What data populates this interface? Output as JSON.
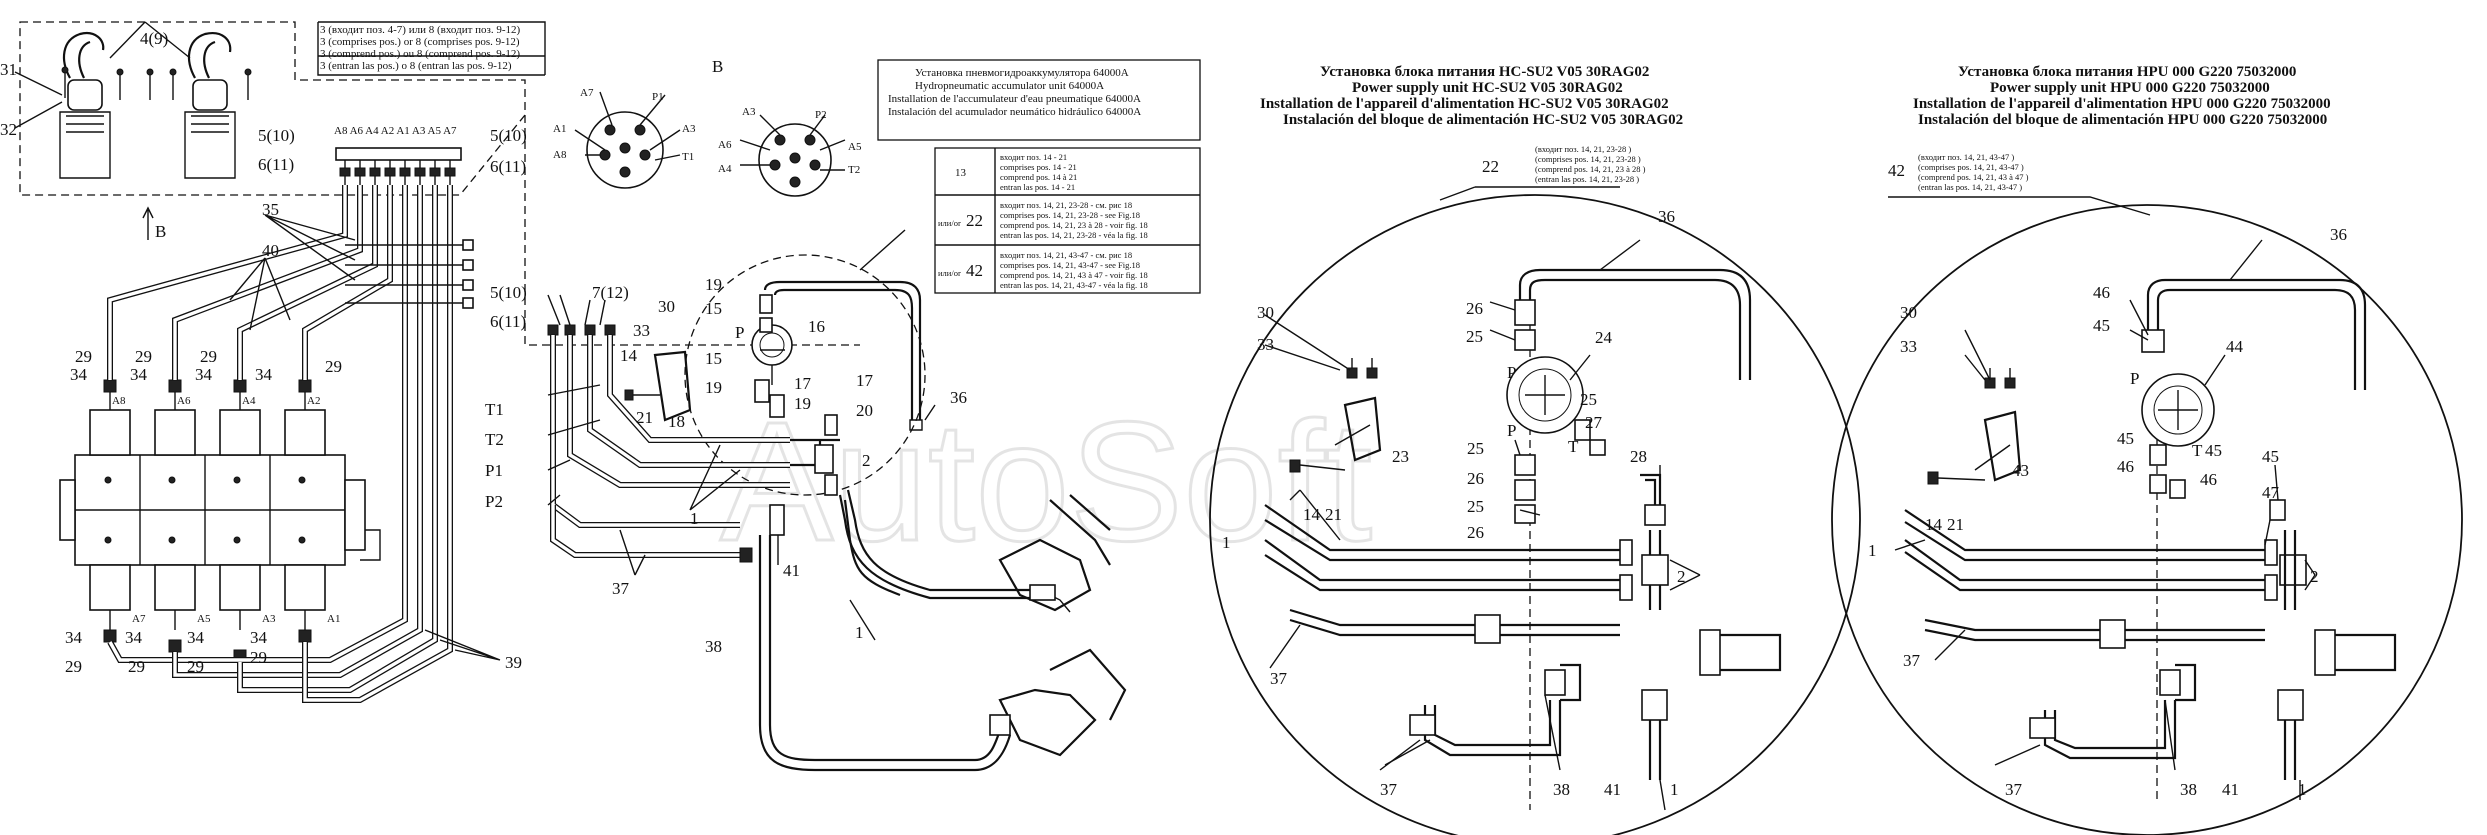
{
  "watermark": "AutoSoft",
  "callouts": {
    "c4_9": "4(9)",
    "c31": "31",
    "c32": "32",
    "cB_arrow": "B",
    "cB_view": "B",
    "c5_10_a": "5(10)",
    "c6_11_a": "6(11)",
    "c5_10_b": "5(10)",
    "c6_11_b": "6(11)",
    "c35": "35",
    "c40": "40",
    "c39": "39",
    "c29a": "29",
    "c34a": "34",
    "c29b": "29",
    "c34b": "34",
    "c29c": "29",
    "c34c": "34",
    "c34d": "34",
    "c29d": "29",
    "c34e": "34",
    "c29e": "29",
    "c34f": "34",
    "c29f": "29",
    "c34g": "34",
    "c29g": "29",
    "c34h": "34",
    "c29h": "29",
    "c5_10_c": "5(10)",
    "c7_12": "7(12)",
    "c6_11_c": "6(11)",
    "cT1": "T1",
    "cT2": "T2",
    "cP1": "P1",
    "cP2": "P2",
    "c14a": "14",
    "c21a": "21",
    "c18": "18",
    "c33a": "33",
    "c30a": "30",
    "c19a": "19",
    "c15a": "15",
    "cPa": "P",
    "c16": "16",
    "c15b": "15",
    "c19b": "19",
    "c17a": "17",
    "c19c": "19",
    "c17b": "17",
    "c20": "20",
    "c2a": "2",
    "c36a": "36",
    "c1a": "1",
    "c37a": "37",
    "c41a": "41",
    "c38a": "38",
    "c1b": "1",
    "c30b": "30",
    "c33b": "33",
    "c26a": "26",
    "c25a": "25",
    "c24": "24",
    "cPb": "P",
    "cPc": "P",
    "c25b": "25",
    "c27": "27",
    "cTb": "T",
    "c23": "23",
    "c28": "28",
    "c25c": "25",
    "c26b": "26",
    "c25d": "25",
    "c26c": "26",
    "c14b": "14",
    "c21b": "21",
    "c1c": "1",
    "c2b": "2",
    "c37b": "37",
    "c37c": "37",
    "c38b": "38",
    "c41b": "41",
    "c1d": "1",
    "c22": "22",
    "c36b": "36",
    "c42": "42",
    "c36c": "36",
    "c30c": "30",
    "c33c": "33",
    "c46a": "46",
    "c45a": "45",
    "c44": "44",
    "cPd": "P",
    "c43": "43",
    "c45b": "45",
    "cTc": "T",
    "c45c": "45",
    "c46b": "46",
    "c46c": "46",
    "c45d": "45",
    "c47": "47",
    "c14c": "14",
    "c21c": "21",
    "c1e": "1",
    "c2c": "2",
    "c37d": "37",
    "c37e": "37",
    "c38c": "38",
    "c41c": "41",
    "c1f": "1"
  },
  "valve_sections": {
    "top": [
      "A8",
      "A6",
      "A4",
      "A2"
    ],
    "bottom": [
      "A7",
      "A5",
      "A3",
      "A1"
    ]
  },
  "port_row": "A8 A6 A4 A2 A1 A3 A5 A7",
  "view_b": {
    "left_ports": [
      "A7",
      "P1",
      "A1",
      "A3",
      "A8",
      "T1"
    ],
    "right_ports": [
      "A3",
      "P2",
      "A5",
      "A6",
      "T2",
      "A4"
    ]
  },
  "note_box": [
    "3 (входит поз. 4-7) или  8 (входит поз. 9-12)",
    "3 (comprises pos.) or 8 (comprises pos. 9-12)",
    "3 (comprend pos.) ou 8 (comprend pos. 9-12)",
    "3 (entran las pos.) o 8 (entran las pos. 9-12)"
  ],
  "accumulator_box": [
    "Установка пневмогидроаккумулятора  64000А",
    "Hydropneumatic accumulator unit  64000A",
    "Installation de l'accumulateur d'eau pneumatique 64000A",
    "Instalación del acumulador neumático hidráulico  64000A"
  ],
  "variant_table": [
    {
      "pos": "13",
      "or_label": "",
      "lines": [
        "входит поз. 14 - 21",
        "comprises pos. 14 - 21",
        "comprend pos. 14 à 21",
        "entran las pos. 14 - 21"
      ]
    },
    {
      "pos": "22",
      "or_label": "или/or",
      "lines": [
        "входит поз. 14, 21, 23-28 - см. рис 18",
        "comprises pos. 14, 21, 23-28 - see Fig.18",
        "comprend pos. 14, 21, 23 à 28 - voir fig. 18",
        "entran las pos. 14, 21, 23-28 - véa la fig. 18"
      ]
    },
    {
      "pos": "42",
      "or_label": "или/or",
      "lines": [
        "входит поз. 14, 21, 43-47 - см. рис 18",
        "comprises pos. 14, 21, 43-47 - see Fig.18",
        "comprend pos. 14, 21, 43 à 47 - voir fig. 18",
        "entran las pos. 14, 21, 43-47 - véa la fig. 18"
      ]
    }
  ],
  "hc_title": [
    "Установка блока питания HC-SU2 V05 30RAG02",
    "Power supply unit  HC-SU2 V05 30RAG02",
    "Installation de  l'appareil d'alimentation HC-SU2 V05 30RAG02",
    "Instalación del bloque de alimentación HC-SU2 V05 30RAG02"
  ],
  "hc_note": [
    "(входит поз. 14, 21, 23-28 )",
    "(comprises pos. 14, 21, 23-28 )",
    "(comprend pos. 14, 21, 23 à 28 )",
    "(entran las pos. 14, 21, 23-28 )"
  ],
  "hpu_title": [
    "Установка блока питания HPU 000 G220 75032000",
    "Power supply unit  HPU 000 G220 75032000",
    "Installation de  l'appareil d'alimentation HPU 000 G220 75032000",
    "Instalación del bloque de alimentación HPU 000 G220 75032000"
  ],
  "hpu_note": [
    "(входит поз. 14, 21, 43-47 )",
    "(comprises pos. 14, 21, 43-47 )",
    "(comprend pos. 14, 21, 43 à 47 )",
    "(entran las pos. 14, 21, 43-47 )"
  ]
}
